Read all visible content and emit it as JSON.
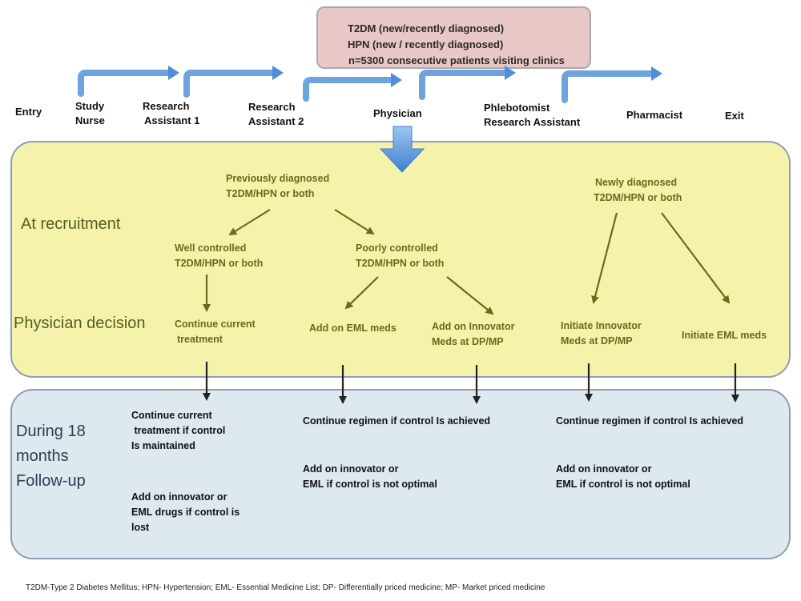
{
  "population": {
    "line1": "T2DM (new/recently diagnosed)",
    "line2": "HPN (new / recently diagnosed)",
    "line3": "n=5300 consecutive patients visiting clinics"
  },
  "workflow": {
    "entry": "Entry",
    "study_nurse": [
      "Study",
      "Nurse"
    ],
    "research_assistant_1": [
      "Research",
      "Assistant 1"
    ],
    "research_assistant_2": [
      "Research",
      "Assistant 2"
    ],
    "physician": "Physician",
    "phlebotomist": [
      "Phlebotomist",
      "Research Assistant"
    ],
    "pharmacist": "Pharmacist",
    "exit": "Exit"
  },
  "recruitment": {
    "label": "At recruitment",
    "previously_diagnosed": [
      "Previously diagnosed",
      "T2DM/HPN or both"
    ],
    "newly_diagnosed": [
      "Newly diagnosed",
      "T2DM/HPN or both"
    ],
    "well_controlled": [
      "Well controlled",
      "T2DM/HPN or both"
    ],
    "poorly_controlled": [
      "Poorly controlled",
      "T2DM/HPN or both"
    ]
  },
  "decision": {
    "label": "Physician decision",
    "continue_current": [
      "Continue current",
      "treatment"
    ],
    "add_eml": "Add on EML meds",
    "add_innovator": [
      "Add on Innovator",
      "Meds at DP/MP"
    ],
    "initiate_innovator": [
      "Initiate Innovator",
      "Meds at DP/MP"
    ],
    "initiate_eml": "Initiate EML meds"
  },
  "followup": {
    "label": [
      "During 18",
      "months",
      "Follow-up"
    ],
    "continue_current": [
      "Continue current",
      " treatment if control",
      "Is maintained"
    ],
    "add_lost": [
      "Add on innovator or",
      "EML drugs if control is",
      "lost"
    ],
    "continue_regimen_mid": "Continue regimen if control Is achieved",
    "add_optimal_mid": [
      "Add on innovator or",
      "EML if control is not optimal"
    ],
    "continue_regimen_right": "Continue regimen if control Is achieved",
    "add_optimal_right": [
      "Add on innovator or",
      "EML if control is not optimal"
    ]
  },
  "footnote": "T2DM-Type 2 Diabetes Mellitus; HPN- Hypertension; EML- Essential Medicine List; DP- Differentially priced medicine; MP- Market priced medicine",
  "colors": {
    "population_fill": "#e8c8c6",
    "recruitment_fill": "#f5f2ab",
    "followup_fill": "#dde8ef",
    "flow_arrow": "#6ea4de",
    "olive_arrow": "#6b6b1a"
  }
}
